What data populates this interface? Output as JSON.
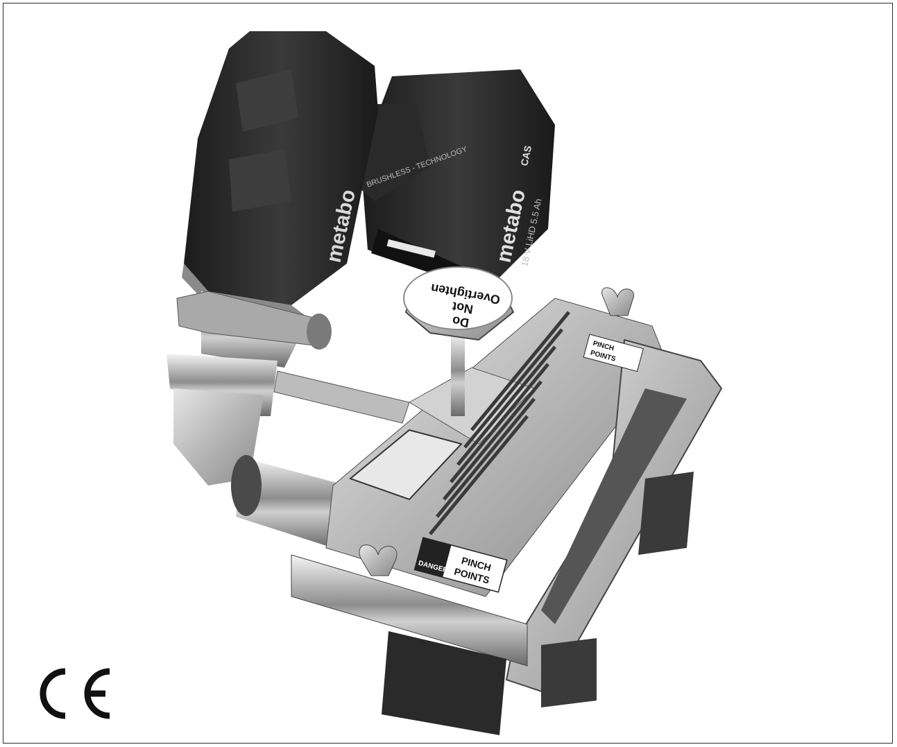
{
  "photo": {
    "battery_brand": "metabo",
    "tool_brand": "metabo",
    "tool_tech": "BRUSHLESS - TECHNOLOGY",
    "battery_spec": "18 V LiHD 5.5 Ah",
    "battery_badge": "CAS",
    "knob_label": [
      "Do",
      "Not",
      "Overtighten"
    ],
    "danger_label": "DANGER",
    "pinch_label": [
      "PINCH",
      "POINTS"
    ],
    "pinch_label_top": [
      "PINCH",
      "POINTS"
    ],
    "colors": {
      "background": "#ffffff",
      "frame": "#2a2a2a",
      "tool_body": "#2b2b2b",
      "aluminum": "#c9c9c9"
    }
  },
  "certification": {
    "mark": "CE"
  }
}
